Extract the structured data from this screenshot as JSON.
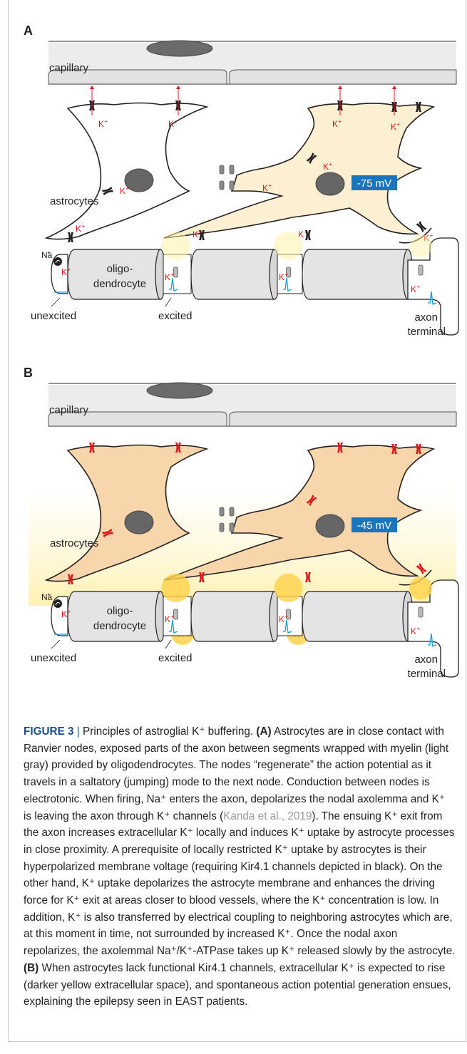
{
  "panels": [
    {
      "id": "A",
      "letter": "A",
      "capillary_label": "capillary",
      "astrocytes_label": "astrocytes",
      "voltage_label": "-75 mV",
      "ion_k": "K",
      "ion_na": "Na",
      "oligodendrocyte_label_line1": "oligo-",
      "oligodendrocyte_label_line2": "dendrocyte",
      "unexcited_label": "unexcited",
      "excited_label": "excited",
      "axon_label_line1": "axon",
      "axon_label_line2": "terminal",
      "colors": {
        "astrocyte_right": "#fdf0d2",
        "astrocyte_left": "#ffffff",
        "kir_channel": "#231f20",
        "glow": "#fff2a8",
        "voltage_box": "#1a75bc",
        "ion": "#d7191c",
        "spike": "#1b9ad6"
      }
    },
    {
      "id": "B",
      "letter": "B",
      "capillary_label": "capillary",
      "astrocytes_label": "astrocytes",
      "voltage_label": "-45 mV",
      "ion_k": "K",
      "ion_na": "Na",
      "oligodendrocyte_label_line1": "oligo-",
      "oligodendrocyte_label_line2": "dendrocyte",
      "unexcited_label": "unexcited",
      "excited_label": "excited",
      "axon_label_line1": "axon",
      "axon_label_line2": "terminal",
      "colors": {
        "astrocyte_right": "#f8d6ac",
        "astrocyte_left": "#f8d6ac",
        "kir_channel": "#d7191c",
        "glow": "#ffd24a",
        "voltage_box": "#1a75bc",
        "ion": "#d7191c",
        "spike": "#1b9ad6"
      }
    }
  ],
  "caption": {
    "figure_label": "FIGURE 3",
    "separator": "|",
    "title": "Principles of astroglial K⁺ buffering.",
    "part_a_label": "(A)",
    "part_a_text_1": "Astrocytes are in close contact with Ranvier nodes, exposed parts of the axon between segments wrapped with myelin (light gray) provided by oligodendrocytes. The nodes “regenerate” the action potential as it travels in a saltatory (jumping) mode to the next node. Conduction between nodes is electrotonic. When firing, Na⁺ enters the axon, depolarizes the nodal axolemma and K⁺ is leaving the axon through K⁺ channels (",
    "citation": "Kanda et al., 2019",
    "part_a_text_2": "). The ensuing K⁺ exit from the axon increases extracellular K⁺ locally and induces K⁺ uptake by astrocyte processes in close proximity. A prerequisite of locally restricted K⁺ uptake by astrocytes is their hyperpolarized membrane voltage (requiring Kir4.1 channels depicted in black). On the other hand, K⁺ uptake depolarizes the astrocyte membrane and enhances the driving force for K⁺ exit at areas closer to blood vessels, where the K⁺ concentration is low. In addition, K⁺ is also transferred by electrical coupling to neighboring astrocytes which are, at this moment in time, not surrounded by increased K⁺. Once the nodal axon repolarizes, the axolemmal Na⁺/K⁺-ATPase takes up K⁺ released slowly by the astrocyte.",
    "part_b_label": "(B)",
    "part_b_text": "When astrocytes lack functional Kir4.1 channels, extracellular K⁺ is expected to rise (darker yellow extracellular space), and spontaneous action potential generation ensues, explaining the epilepsy seen in EAST patients."
  }
}
